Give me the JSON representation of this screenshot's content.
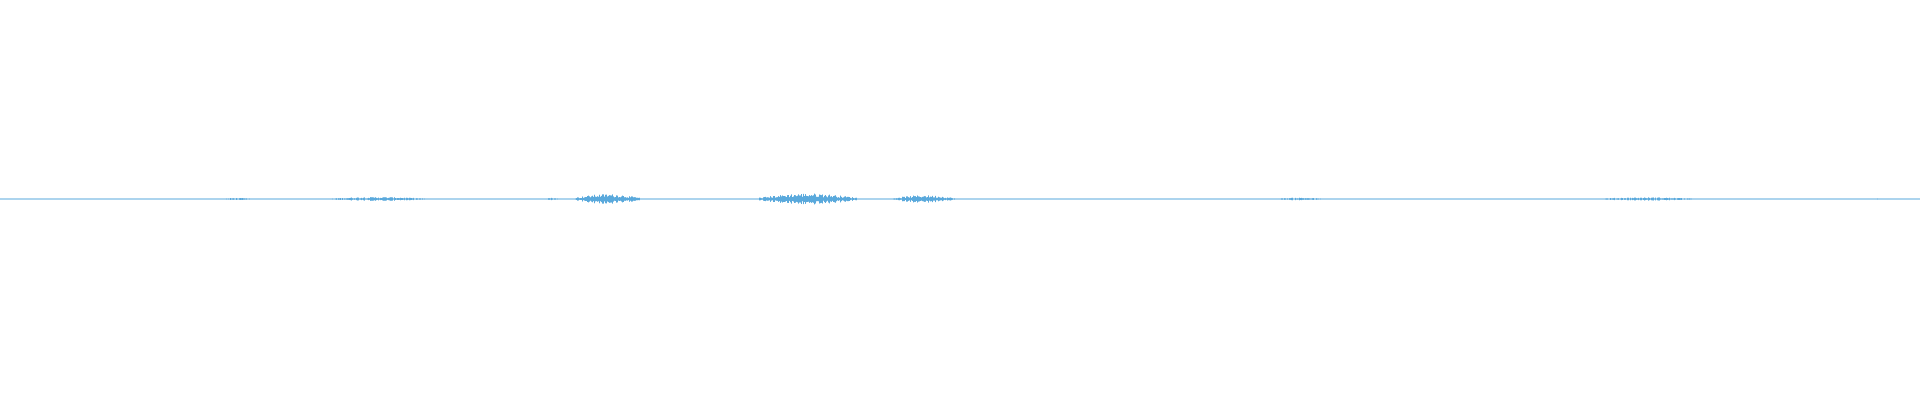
{
  "waveform": {
    "wave_color": "#5aa9dc",
    "background_color": "#ffffff",
    "bursts": [
      {
        "start": 0.0,
        "end": 0.03,
        "amplitude": 0.06
      },
      {
        "start": 0.114,
        "end": 0.132,
        "amplitude": 0.12
      },
      {
        "start": 0.17,
        "end": 0.223,
        "amplitude": 0.22
      },
      {
        "start": 0.283,
        "end": 0.291,
        "amplitude": 0.14
      },
      {
        "start": 0.299,
        "end": 0.333,
        "amplitude": 0.55
      },
      {
        "start": 0.395,
        "end": 0.446,
        "amplitude": 0.62
      },
      {
        "start": 0.465,
        "end": 0.497,
        "amplitude": 0.42
      },
      {
        "start": 0.663,
        "end": 0.69,
        "amplitude": 0.15
      },
      {
        "start": 0.83,
        "end": 0.885,
        "amplitude": 0.18
      },
      {
        "start": 0.97,
        "end": 0.985,
        "amplitude": 0.08
      }
    ],
    "baseline_noise": 0.02
  }
}
